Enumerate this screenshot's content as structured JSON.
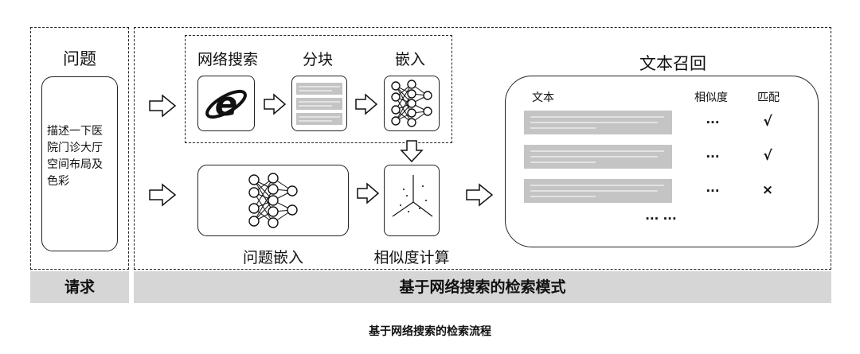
{
  "request_panel": {
    "title": "问题",
    "question_lines": [
      "描述一下医",
      "院门诊大厅",
      "空间布局及",
      "色彩"
    ],
    "footer": "请求"
  },
  "mode_panel": {
    "footer": "基于网络搜索的检索模式",
    "web_search_label": "网络搜索",
    "chunk_label": "分块",
    "embed_label": "嵌入",
    "question_embed_label": "问题嵌入",
    "similarity_label": "相似度计算",
    "recall": {
      "title": "文本召回",
      "col_text": "文本",
      "col_similarity": "相似度",
      "col_match": "匹配",
      "rows": [
        {
          "similarity": "···",
          "match": "√"
        },
        {
          "similarity": "···",
          "match": "√"
        },
        {
          "similarity": "···",
          "match": "×"
        }
      ],
      "more": "··· ···"
    }
  },
  "caption": "基于网络搜索的检索流程"
}
